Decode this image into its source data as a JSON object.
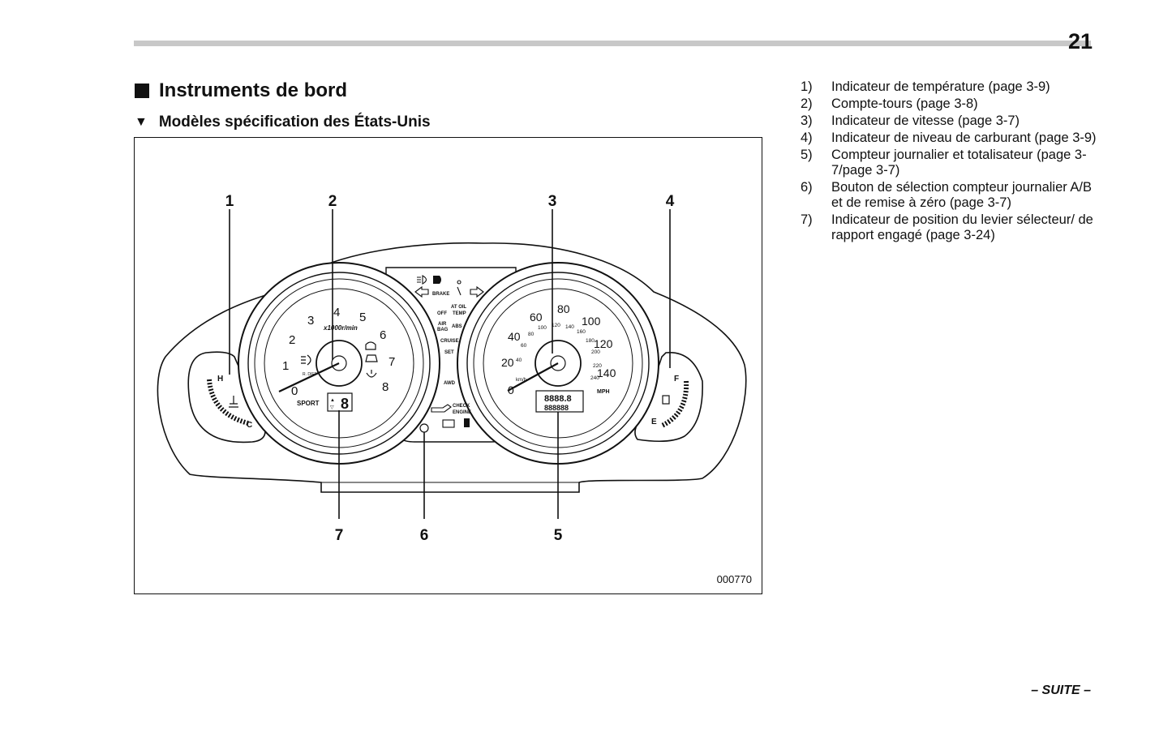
{
  "page": {
    "number": "21",
    "footer": "– SUITE –"
  },
  "section": {
    "title": "Instruments de bord",
    "subtitle": "Modèles spécification des États-Unis"
  },
  "figure": {
    "code": "000770",
    "callouts": [
      "1",
      "2",
      "3",
      "4",
      "7",
      "6",
      "5"
    ],
    "tachometer": {
      "ticks": [
        "0",
        "1",
        "2",
        "3",
        "4",
        "5",
        "6",
        "7",
        "8"
      ],
      "unit": "x1000r/min",
      "mode_label": "SPORT",
      "gear_display": "8",
      "rdiff_label": "R. DIFF"
    },
    "speedometer": {
      "mph_ticks": [
        "0",
        "20",
        "40",
        "60",
        "80",
        "100",
        "120",
        "140"
      ],
      "kmh_ticks": [
        "40",
        "60",
        "80",
        "100",
        "120",
        "140",
        "160",
        "180",
        "200",
        "220",
        "240"
      ],
      "unit_mph": "MPH",
      "unit_kmh": "km/h",
      "odo_top": "8888.8",
      "odo_bottom": "888888"
    },
    "temp_gauge": {
      "hot": "H",
      "cold": "C"
    },
    "fuel_gauge": {
      "full": "F",
      "empty": "E"
    },
    "warning_labels": {
      "brake": "BRAKE",
      "off": "OFF",
      "at_oil": "AT OIL",
      "temp": "TEMP",
      "air": "AIR",
      "bag": "BAG",
      "abs": "ABS",
      "cruise": "CRUISE",
      "set": "SET",
      "awd": "AWD",
      "check": "CHECK",
      "engine": "ENGINE"
    },
    "icons": [
      "headlight-icon",
      "fog-light-icon",
      "turn-left-icon",
      "turn-right-icon",
      "seatbelt-icon",
      "oil-can-icon",
      "battery-icon",
      "fuel-pump-icon",
      "coolant-icon",
      "tpms-icon",
      "traction-icon",
      "defrost-icon"
    ]
  },
  "legend": [
    {
      "num": "1)",
      "text": "Indicateur de température (page 3-9)"
    },
    {
      "num": "2)",
      "text": "Compte-tours (page 3-8)"
    },
    {
      "num": "3)",
      "text": "Indicateur de vitesse (page 3-7)"
    },
    {
      "num": "4)",
      "text": "Indicateur de niveau de carburant (page 3-9)"
    },
    {
      "num": "5)",
      "text": "Compteur journalier et totalisateur (page 3-7/page 3-7)"
    },
    {
      "num": "6)",
      "text": "Bouton de sélection compteur journalier A/B et de remise à zéro (page 3-7)"
    },
    {
      "num": "7)",
      "text": "Indicateur de position du levier sélecteur/ de rapport engagé (page 3-24)"
    }
  ]
}
